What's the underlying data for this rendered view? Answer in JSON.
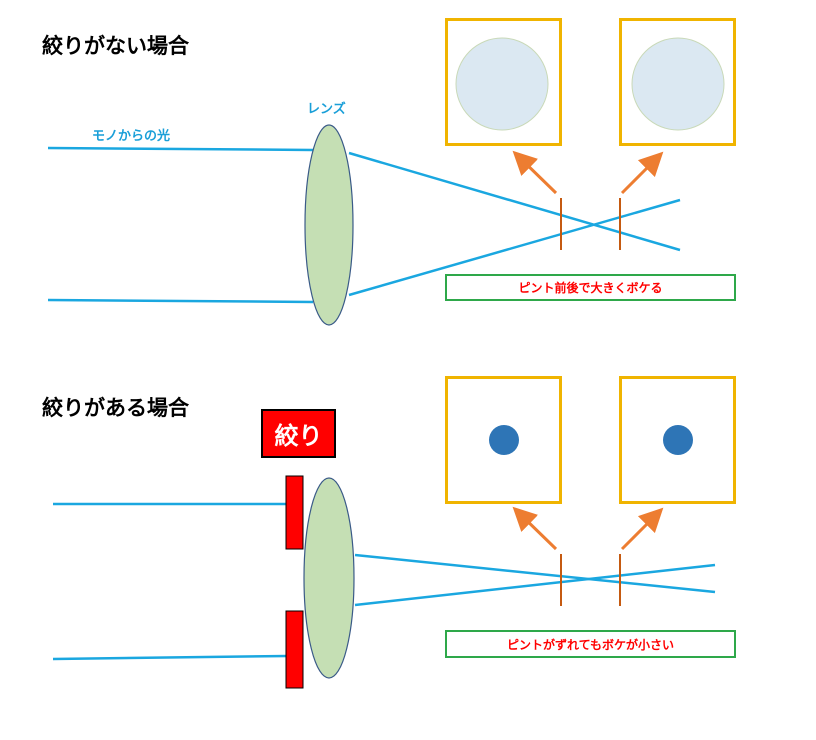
{
  "section_no_aperture": {
    "title": "絞りがない場合",
    "ray_label": "モノからの光",
    "lens_label": "レンズ",
    "note": "ピント前後で大きくボケる",
    "blur_description": "large"
  },
  "section_with_aperture": {
    "title": "絞りがある場合",
    "aperture_label": "絞り",
    "note": "ピントがずれてもボケが小さい",
    "blur_description": "small"
  },
  "colors": {
    "ray": "#1aa7e0",
    "label_blue": "#1a9fd8",
    "lens_fill": "#c5dfb4",
    "lens_stroke": "#3a5a88",
    "box_border": "#f0b400",
    "large_blur_fill": "#dbe8f2",
    "small_blur_fill": "#2e75b6",
    "arrow": "#ed7d31",
    "marker": "#c55a11",
    "note_border": "#2ea84a",
    "note_text": "#ff0000",
    "aperture": "#ff0000"
  }
}
